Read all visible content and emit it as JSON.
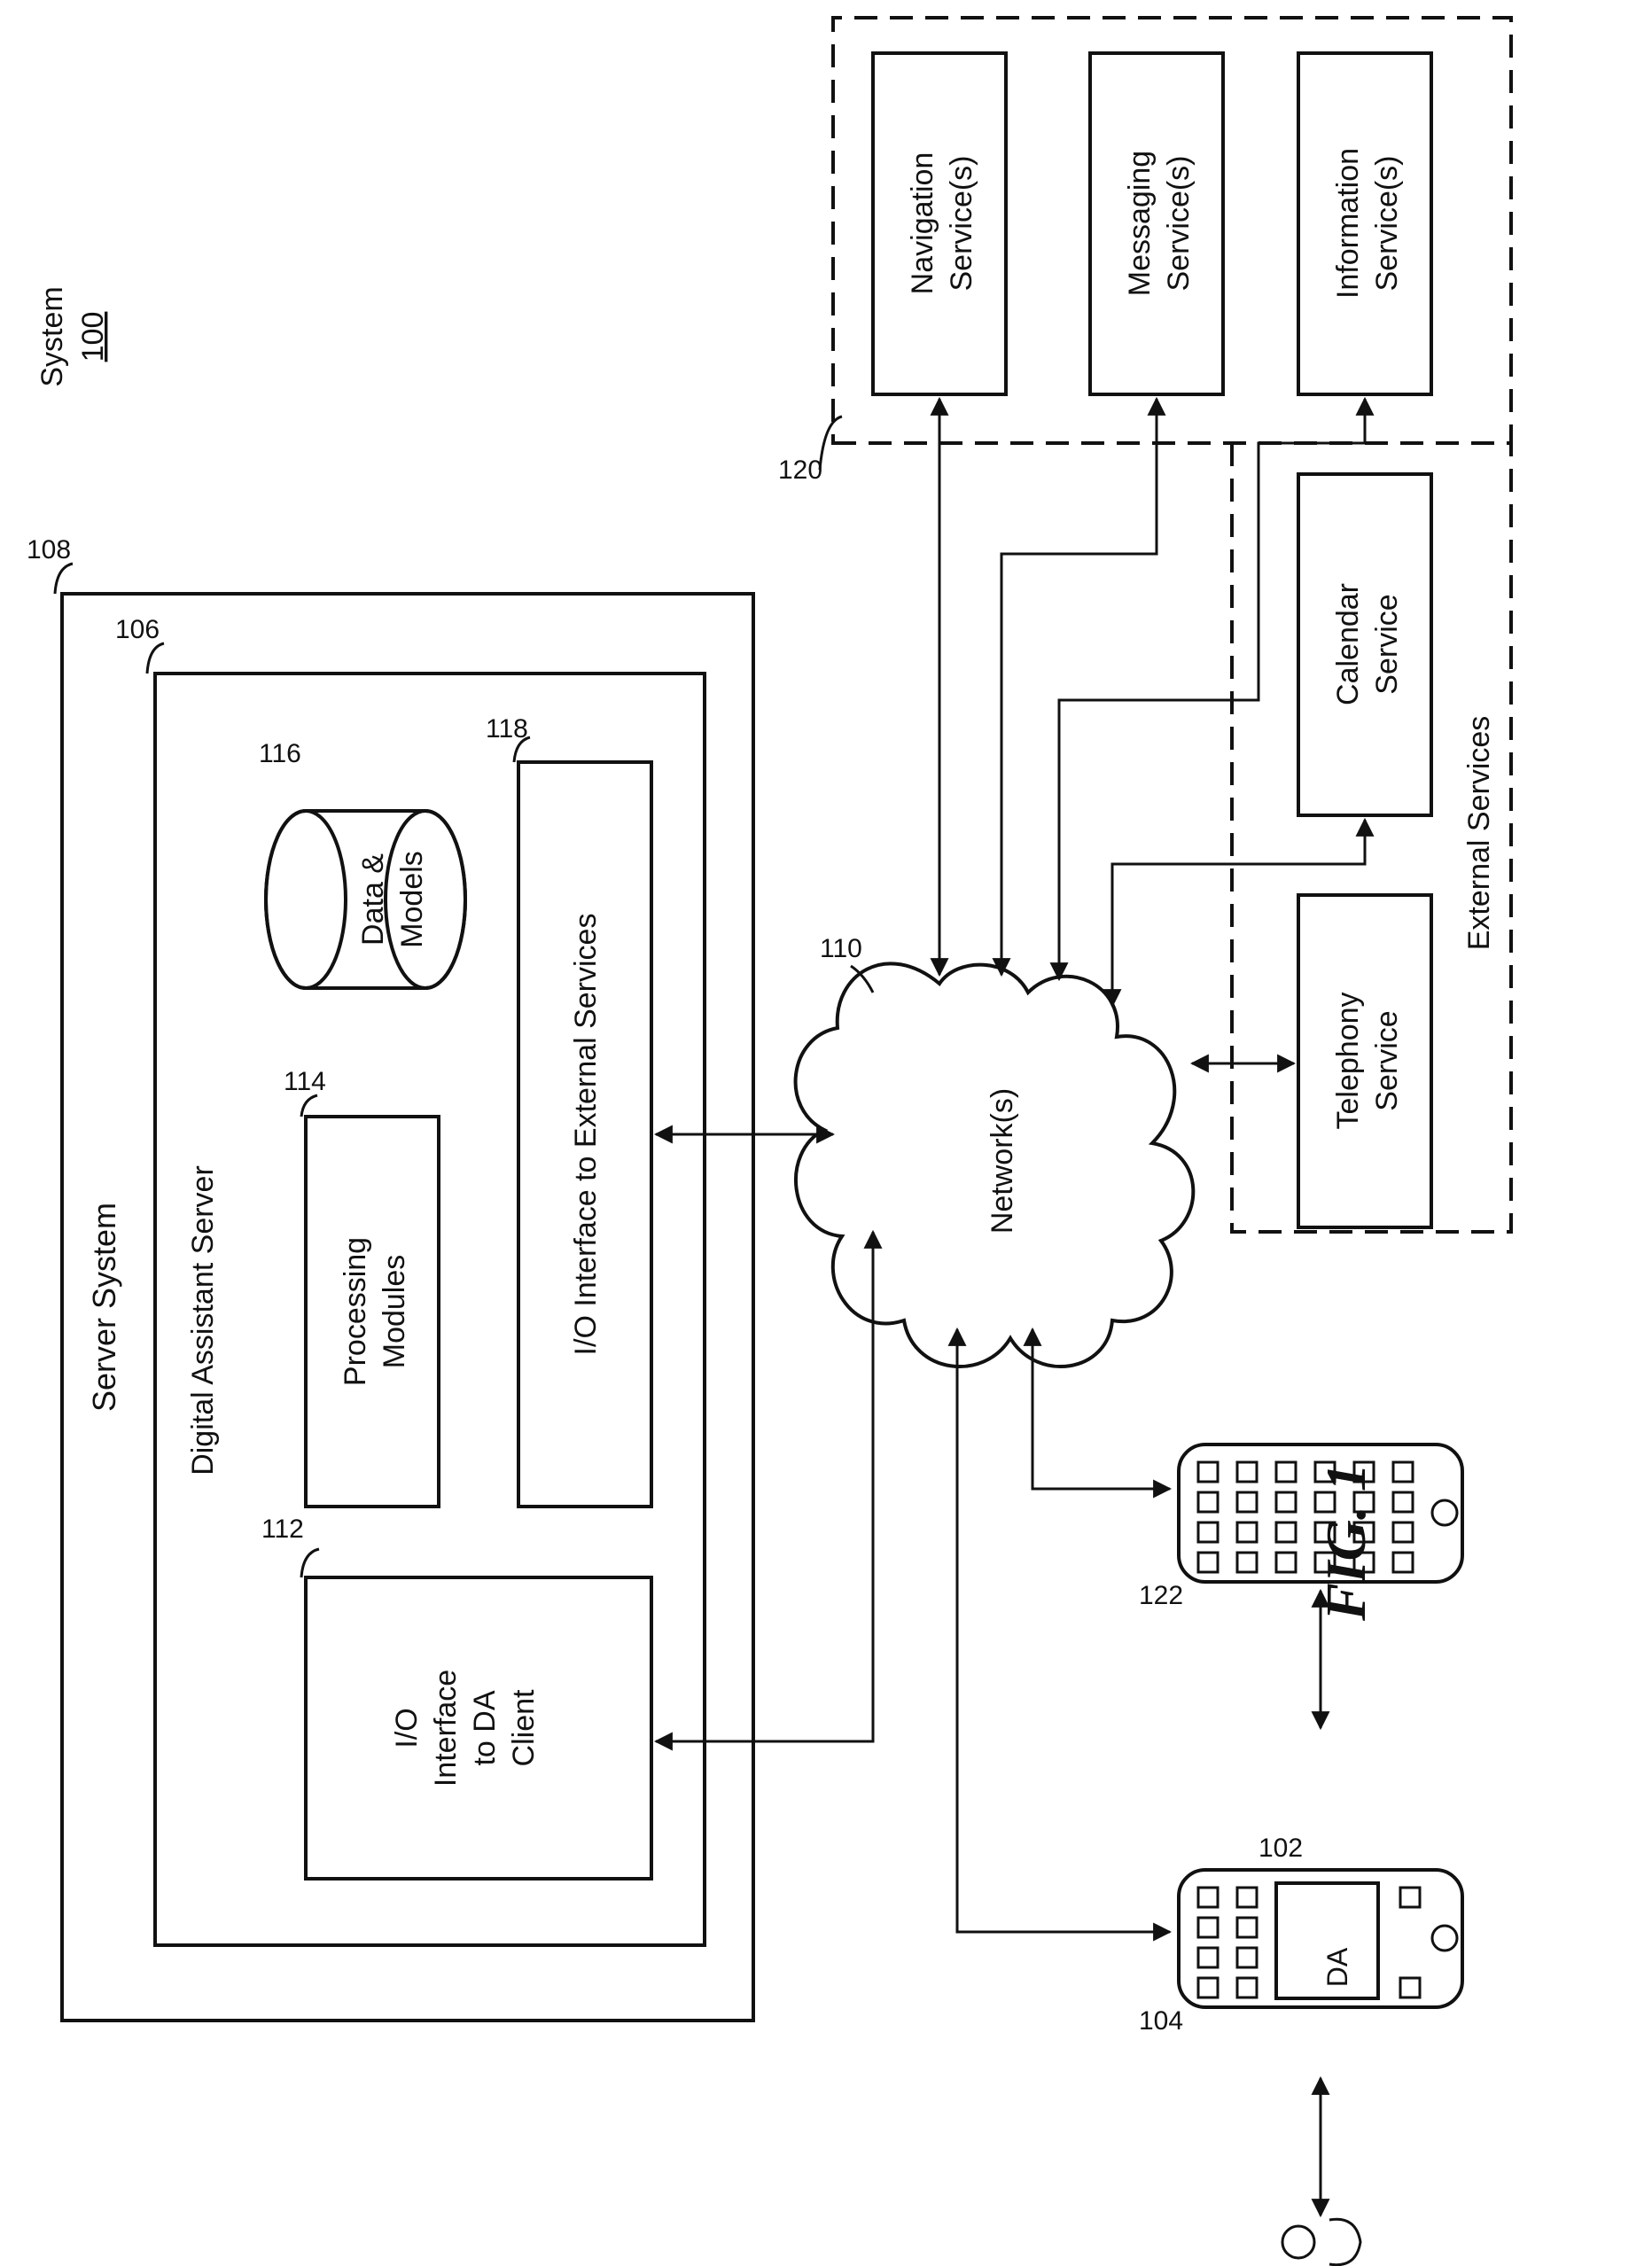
{
  "system": {
    "label": "System",
    "ref": "100"
  },
  "server_system": {
    "label": "Server System",
    "ref": "108"
  },
  "da_server": {
    "label": "Digital Assistant Server",
    "ref": "106"
  },
  "io_client": {
    "line1": "I/O",
    "line2": "Interface",
    "line3": "to DA",
    "line4": "Client",
    "ref": "112"
  },
  "processing": {
    "line1": "Processing",
    "line2": "Modules",
    "ref": "114"
  },
  "data_models": {
    "line1": "Data &",
    "line2": "Models",
    "ref": "116"
  },
  "io_external": {
    "label": "I/O Interface to External Services",
    "ref": "118"
  },
  "network": {
    "label": "Network(s)",
    "ref": "110"
  },
  "external_services": {
    "label": "External Services",
    "ref": "120",
    "navigation": {
      "line1": "Navigation",
      "line2": "Service(s)"
    },
    "messaging": {
      "line1": "Messaging",
      "line2": "Service(s)"
    },
    "information": {
      "line1": "Information",
      "line2": "Service(s)"
    },
    "calendar": {
      "line1": "Calendar",
      "line2": "Service"
    },
    "telephony": {
      "line1": "Telephony",
      "line2": "Service"
    }
  },
  "device_104": {
    "ref": "104",
    "da_label": "DA",
    "da_ref": "102"
  },
  "device_122": {
    "ref": "122"
  },
  "figure_label": "FIG. 1"
}
